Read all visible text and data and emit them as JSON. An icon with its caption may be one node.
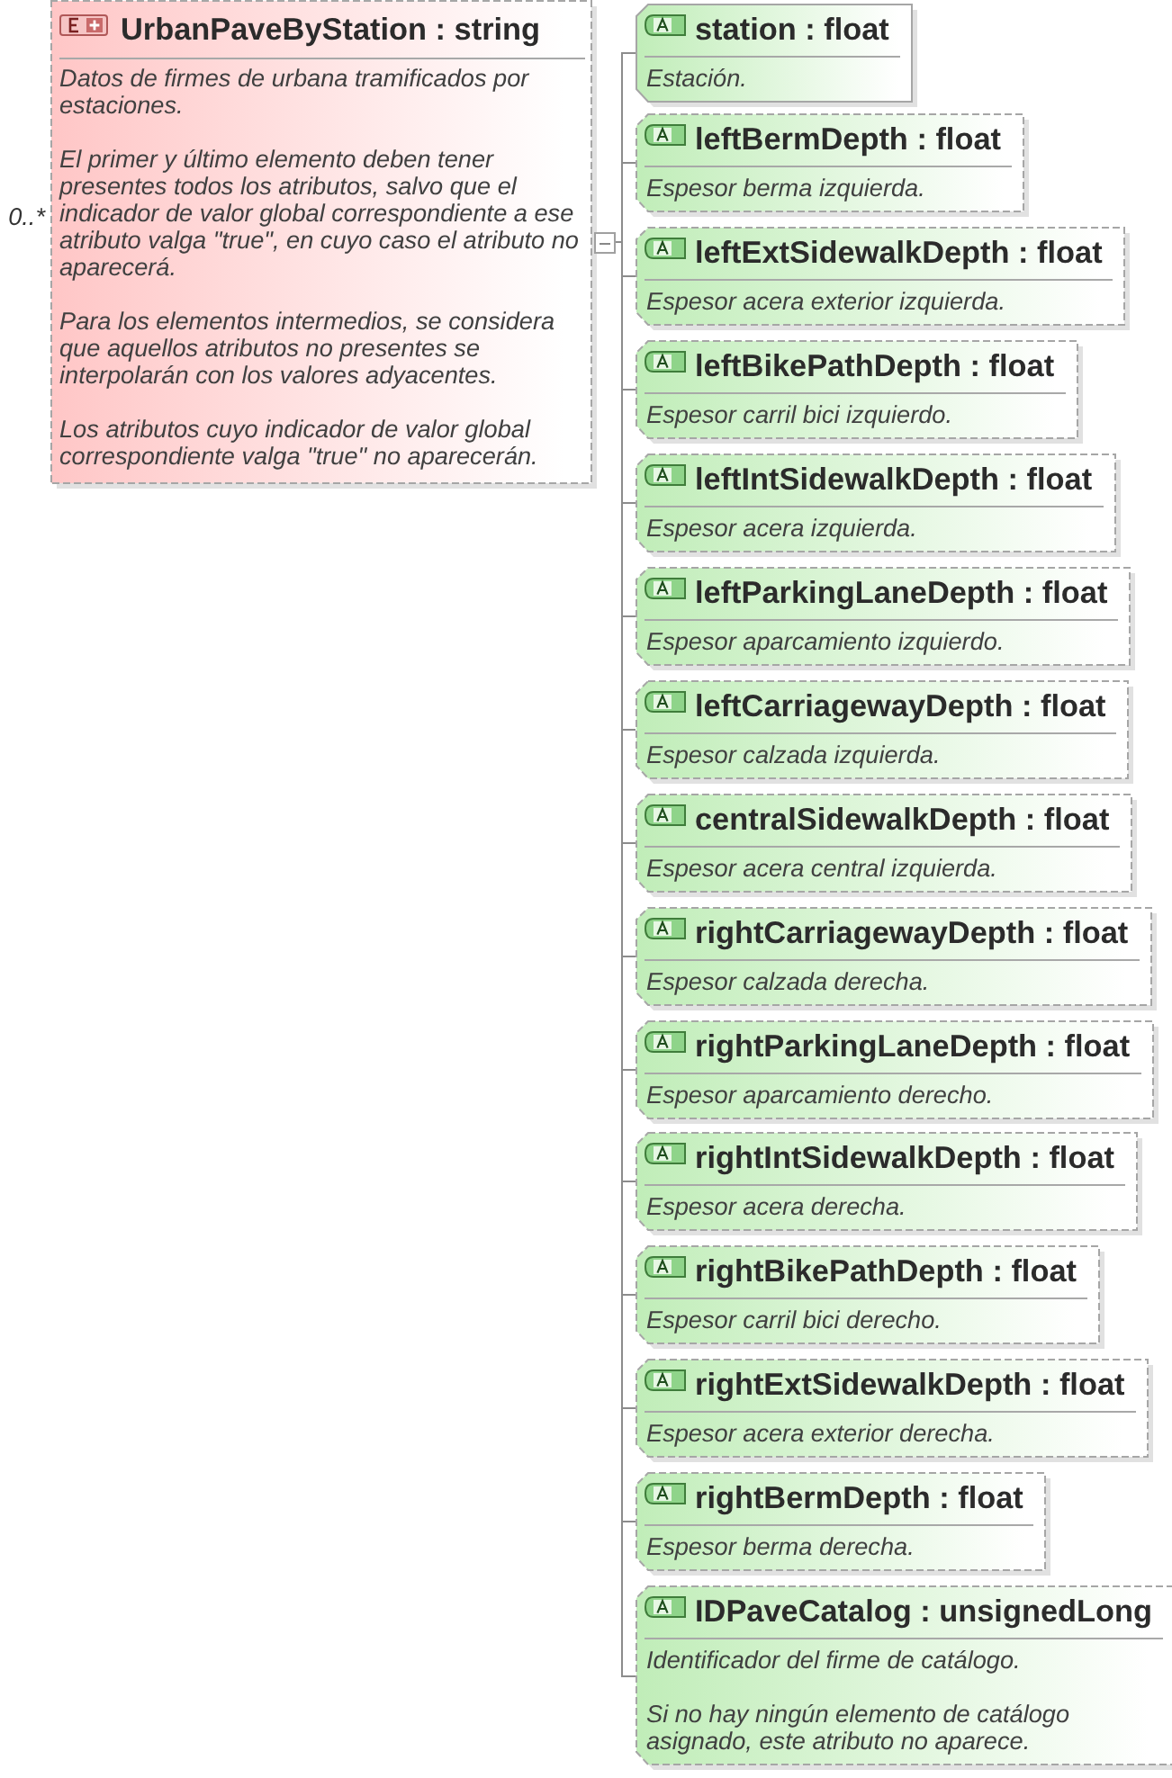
{
  "diagram": {
    "nodes": [
      {
        "text": [
          "UrbanPaveByStation : string",
          "Datos de firmes de urbana tramificados por estaciones.",
          "El primer y último elemento deben tener presentes todos los atributos, salvo que el indicador de valor global correspondiente a ese atributo valga \"true\", en cuyo caso el atributo no aparecerá.",
          "Para los elementos intermedios, se considera que aquellos atributos no presentes se interpolarán con los valores adyacentes.",
          "Los atributos cuyo indicador de valor global correspondiente valga \"true\" no aparecerán."
        ],
        "beside": [
          "0..*"
        ]
      },
      {
        "text": [
          "station : float",
          "Estación."
        ]
      },
      {
        "text": [
          "leftBermDepth : float",
          "Espesor berma izquierda."
        ]
      },
      {
        "text": [
          "leftExtSidewalkDepth : float",
          "Espesor acera exterior izquierda."
        ]
      },
      {
        "text": [
          "leftBikePathDepth : float",
          "Espesor carril bici izquierdo."
        ]
      },
      {
        "text": [
          "leftIntSidewalkDepth : float",
          "Espesor acera izquierda."
        ]
      },
      {
        "text": [
          "leftParkingLaneDepth : float",
          "Espesor aparcamiento izquierdo."
        ]
      },
      {
        "text": [
          "leftCarriagewayDepth : float",
          "Espesor calzada izquierda."
        ]
      },
      {
        "text": [
          "centralSidewalkDepth : float",
          "Espesor acera central izquierda."
        ]
      },
      {
        "text": [
          "rightCarriagewayDepth : float",
          "Espesor calzada derecha."
        ]
      },
      {
        "text": [
          "rightParkingLaneDepth : float",
          "Espesor aparcamiento derecho."
        ]
      },
      {
        "text": [
          "rightIntSidewalkDepth : float",
          "Espesor acera derecha."
        ]
      },
      {
        "text": [
          "rightBikePathDepth : float",
          "Espesor carril bici derecho."
        ]
      },
      {
        "text": [
          "rightExtSidewalkDepth : float",
          "Espesor acera exterior derecha."
        ]
      },
      {
        "text": [
          "rightBermDepth : float",
          "Espesor berma derecha."
        ]
      },
      {
        "text": [
          "IDPaveCatalog : unsignedLong",
          "Identificador del firme de catálogo.",
          "Si no hay ningún elemento de catálogo asignado, este atributo no aparece."
        ]
      }
    ],
    "edges": [
      {
        "from": 0,
        "to": 1,
        "arrow": "none"
      },
      {
        "from": 0,
        "to": 2,
        "arrow": "none"
      },
      {
        "from": 0,
        "to": 3,
        "arrow": "none"
      },
      {
        "from": 0,
        "to": 4,
        "arrow": "none"
      },
      {
        "from": 0,
        "to": 5,
        "arrow": "none"
      },
      {
        "from": 0,
        "to": 6,
        "arrow": "none"
      },
      {
        "from": 0,
        "to": 7,
        "arrow": "none"
      },
      {
        "from": 0,
        "to": 8,
        "arrow": "none"
      },
      {
        "from": 0,
        "to": 9,
        "arrow": "none"
      },
      {
        "from": 0,
        "to": 10,
        "arrow": "none"
      },
      {
        "from": 0,
        "to": 11,
        "arrow": "none"
      },
      {
        "from": 0,
        "to": 12,
        "arrow": "none"
      },
      {
        "from": 0,
        "to": 13,
        "arrow": "none"
      },
      {
        "from": 0,
        "to": 14,
        "arrow": "none"
      },
      {
        "from": 0,
        "to": 15,
        "arrow": "none"
      }
    ]
  }
}
